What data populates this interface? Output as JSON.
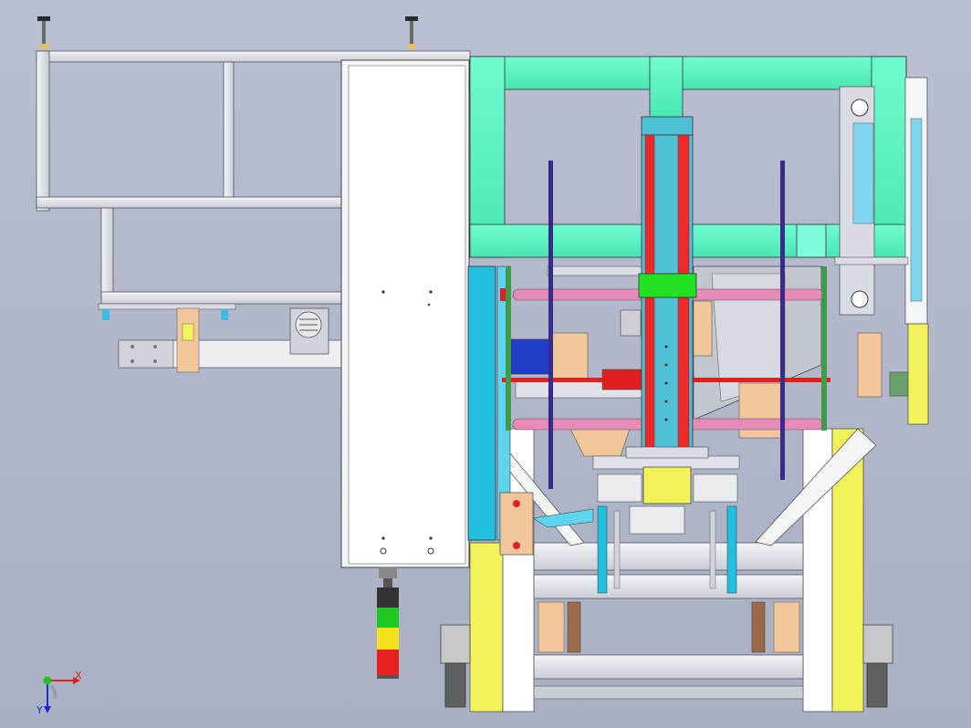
{
  "viewport": {
    "background_top": "#b9bfd0",
    "background_bottom": "#aab0c3"
  },
  "colors": {
    "frame_green": "#5ef7c4",
    "column_red": "#f0282a",
    "column_cyan": "#4fc1d6",
    "rod_pink": "#e68ab8",
    "panel_white": "#ffffff",
    "leg_yellow": "#f2f25a",
    "cyan_post": "#22c0e0",
    "tan": "#f0c69a",
    "profile_grey": "#d9dce3",
    "lamp_green": "#1ec81e",
    "lamp_yellow": "#f6e21a",
    "lamp_red": "#e82020",
    "dark_purple": "#3a2a8a"
  },
  "axis_triad": {
    "x_label": "X",
    "y_label": "Y",
    "icon": "axis-triad-icon"
  },
  "signal_tower": {
    "levels": [
      "green",
      "yellow",
      "red"
    ]
  }
}
